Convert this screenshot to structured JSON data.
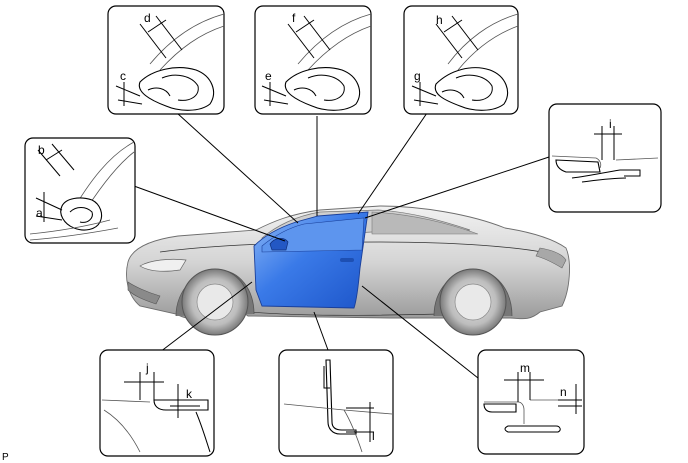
{
  "figure_code": "P",
  "labels": {
    "a": "a",
    "b": "b",
    "c": "c",
    "d": "d",
    "e": "e",
    "f": "f",
    "g": "g",
    "h": "h",
    "i": "i",
    "j": "j",
    "k": "k",
    "l": "l",
    "m": "m",
    "n": "n"
  },
  "colors": {
    "door_highlight": "#2f6fe0",
    "door_highlight_light": "#6ea8f5",
    "car_body": "#d9d9d9",
    "outline": "#000000"
  }
}
